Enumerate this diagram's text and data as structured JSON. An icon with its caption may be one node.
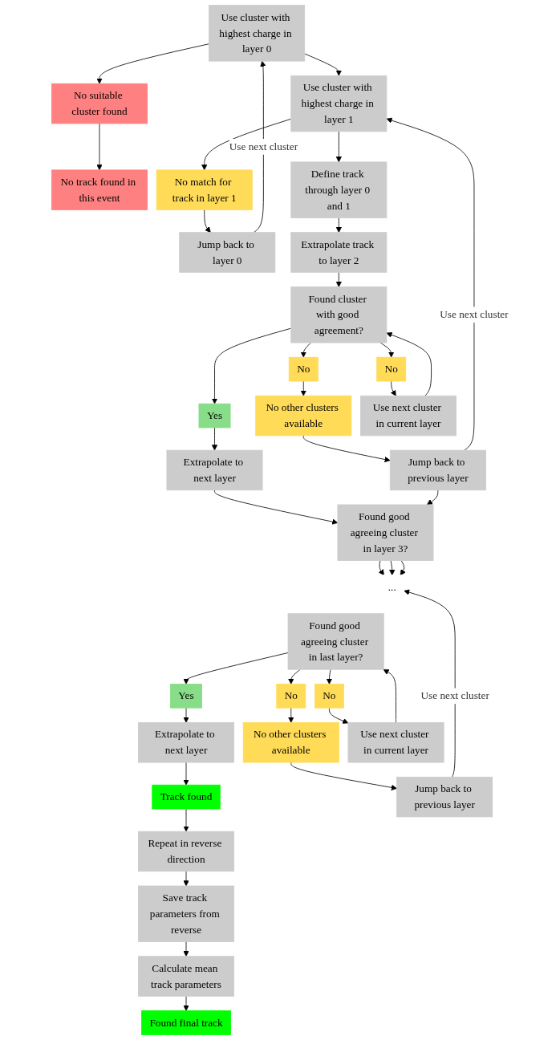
{
  "diagram": {
    "nodes": [
      {
        "text": [
          "Use cluster with highest charge in layer 0"
        ]
      },
      {
        "text": [
          "No suitable cluster found"
        ]
      },
      {
        "text": [
          "No track found in this event"
        ]
      },
      {
        "text": [
          "Use cluster with highest charge in layer 1"
        ]
      },
      {
        "text": [
          "No match for track in layer 1"
        ]
      },
      {
        "text": [
          "Jump back to layer 0"
        ]
      },
      {
        "text": [
          "Define track through layer 0 and 1"
        ]
      },
      {
        "text": [
          "Extrapolate track to layer 2"
        ]
      },
      {
        "text": [
          "Found cluster with good agreement?"
        ]
      },
      {
        "text": [
          "Yes"
        ]
      },
      {
        "text": [
          "No"
        ]
      },
      {
        "text": [
          "No"
        ]
      },
      {
        "text": [
          "Extrapolate to next layer"
        ]
      },
      {
        "text": [
          "No other clusters available"
        ]
      },
      {
        "text": [
          "Use next cluster in current layer"
        ]
      },
      {
        "text": [
          "Jump back to previous layer"
        ]
      },
      {
        "text": [
          "Found final track"
        ]
      },
      {
        "text": [
          "Found good agreeing cluster in layer 3?"
        ]
      },
      {
        "text": [
          "..."
        ]
      },
      {
        "text": [
          "Calculate mean track parameters"
        ]
      },
      {
        "text": [
          "Found good agreeing cluster in last layer?"
        ]
      },
      {
        "text": [
          "Yes"
        ]
      },
      {
        "text": [
          "No"
        ]
      },
      {
        "text": [
          "No"
        ]
      },
      {
        "text": [
          "Save track parameters from reverse"
        ]
      },
      {
        "text": [
          "Extrapolate to next layer"
        ]
      },
      {
        "text": [
          "No other clusters available"
        ]
      },
      {
        "text": [
          "Use next cluster in current layer"
        ]
      },
      {
        "text": [
          "Repeat in reverse direction"
        ]
      },
      {
        "text": [
          "Track found"
        ]
      },
      {
        "text": [
          "Jump back to previous layer"
        ]
      }
    ],
    "edges": [
      {
        "from": 0,
        "to": 1,
        "arrow": "to"
      },
      {
        "from": 1,
        "to": 2,
        "arrow": "to"
      },
      {
        "from": 0,
        "to": 3,
        "arrow": "to"
      },
      {
        "from": 3,
        "to": 4,
        "arrow": "to"
      },
      {
        "from": 4,
        "to": 5,
        "arrow": "to"
      },
      {
        "from": 5,
        "to": 0,
        "arrow": "to",
        "label": "Use next cluster"
      },
      {
        "from": 3,
        "to": 6,
        "arrow": "to"
      },
      {
        "from": 6,
        "to": 7,
        "arrow": "to"
      },
      {
        "from": 7,
        "to": 8,
        "arrow": "to"
      },
      {
        "from": 8,
        "to": 9,
        "arrow": "to"
      },
      {
        "from": 8,
        "to": 10,
        "arrow": "to"
      },
      {
        "from": 8,
        "to": 11,
        "arrow": "to"
      },
      {
        "from": 9,
        "to": 12,
        "arrow": "to"
      },
      {
        "from": 10,
        "to": 13,
        "arrow": "to"
      },
      {
        "from": 11,
        "to": 14,
        "arrow": "to"
      },
      {
        "from": 14,
        "to": 8,
        "arrow": "to"
      },
      {
        "from": 13,
        "to": 15,
        "arrow": "to"
      },
      {
        "from": 15,
        "to": 3,
        "arrow": "to",
        "label": "Use next cluster"
      },
      {
        "from": 12,
        "to": 17,
        "arrow": "to"
      },
      {
        "from": 15,
        "to": 17,
        "arrow": "to"
      },
      {
        "from": 17,
        "to": 18,
        "arrow": "to"
      },
      {
        "from": 17,
        "to": 18,
        "arrow": "to"
      },
      {
        "from": 17,
        "to": 18,
        "arrow": "to"
      },
      {
        "from": 30,
        "to": 18,
        "arrow": "to",
        "label": "Use next cluster"
      },
      {
        "from": 20,
        "to": 21,
        "arrow": "to"
      },
      {
        "from": 20,
        "to": 22,
        "arrow": "to"
      },
      {
        "from": 20,
        "to": 23,
        "arrow": "to"
      },
      {
        "from": 21,
        "to": 25,
        "arrow": "to"
      },
      {
        "from": 22,
        "to": 26,
        "arrow": "to"
      },
      {
        "from": 23,
        "to": 27,
        "arrow": "to"
      },
      {
        "from": 27,
        "to": 20,
        "arrow": "to"
      },
      {
        "from": 25,
        "to": 29,
        "arrow": "to"
      },
      {
        "from": 26,
        "to": 30,
        "arrow": "to"
      },
      {
        "from": 29,
        "to": 28,
        "arrow": "to"
      },
      {
        "from": 28,
        "to": 24,
        "arrow": "to"
      },
      {
        "from": 24,
        "to": 19,
        "arrow": "to"
      },
      {
        "from": 19,
        "to": 16,
        "arrow": "to"
      }
    ]
  }
}
